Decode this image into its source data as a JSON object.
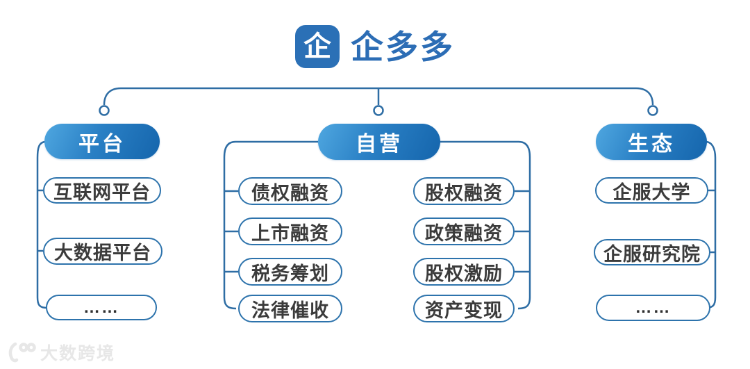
{
  "brand": {
    "logo_glyph": "企",
    "title": "企多多"
  },
  "tree": {
    "platform": {
      "header": "平台",
      "items": [
        "互联网平台",
        "大数据平台",
        "……"
      ]
    },
    "self_operated": {
      "header": "自营",
      "col_left": [
        "债权融资",
        "上市融资",
        "税务筹划",
        "法律催收"
      ],
      "col_right": [
        "股权融资",
        "政策融资",
        "股权激励",
        "资产变现"
      ]
    },
    "ecosystem": {
      "header": "生态",
      "items": [
        "企服大学",
        "企服研究院",
        "……"
      ]
    }
  },
  "watermark": {
    "text": "大数跨境"
  },
  "colors": {
    "line": "#2e6da4",
    "node_border": "#2d73ac",
    "node_text": "#3b3b3b",
    "header_gradient_start": "#4fa7e0",
    "header_gradient_end": "#1565ac",
    "brand_blue": "#2c6db5",
    "watermark_gray": "#e7e7e7"
  }
}
